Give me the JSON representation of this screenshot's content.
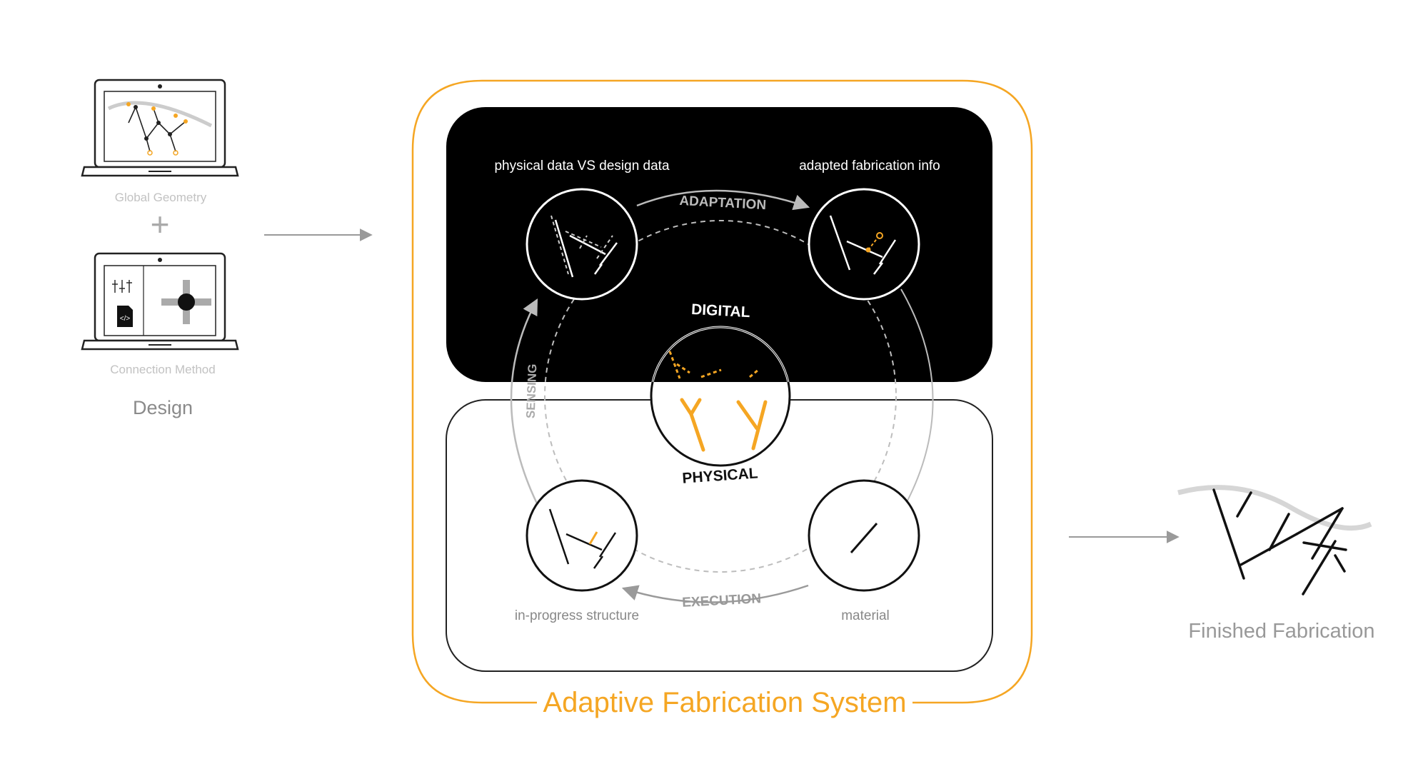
{
  "design": {
    "global_geometry_label": "Global Geometry",
    "connection_method_label": "Connection Method",
    "design_label": "Design",
    "plus_symbol": "+"
  },
  "system": {
    "title": "Adaptive Fabrication System",
    "digital_label": "DIGITAL",
    "physical_label": "PHYSICAL",
    "adaptation_label": "ADAPTATION",
    "execution_label": "EXECUTION",
    "sensing_label": "SENSING",
    "nodes": {
      "compare": "physical data VS design data",
      "adapted": "adapted fabrication info",
      "in_progress": "in-progress structure",
      "material": "material"
    }
  },
  "output": {
    "finished_label": "Finished Fabrication"
  },
  "colors": {
    "accent": "#f5a623",
    "black": "#000000",
    "gray": "#9a9a9a",
    "light_gray": "#c8c8c8"
  }
}
